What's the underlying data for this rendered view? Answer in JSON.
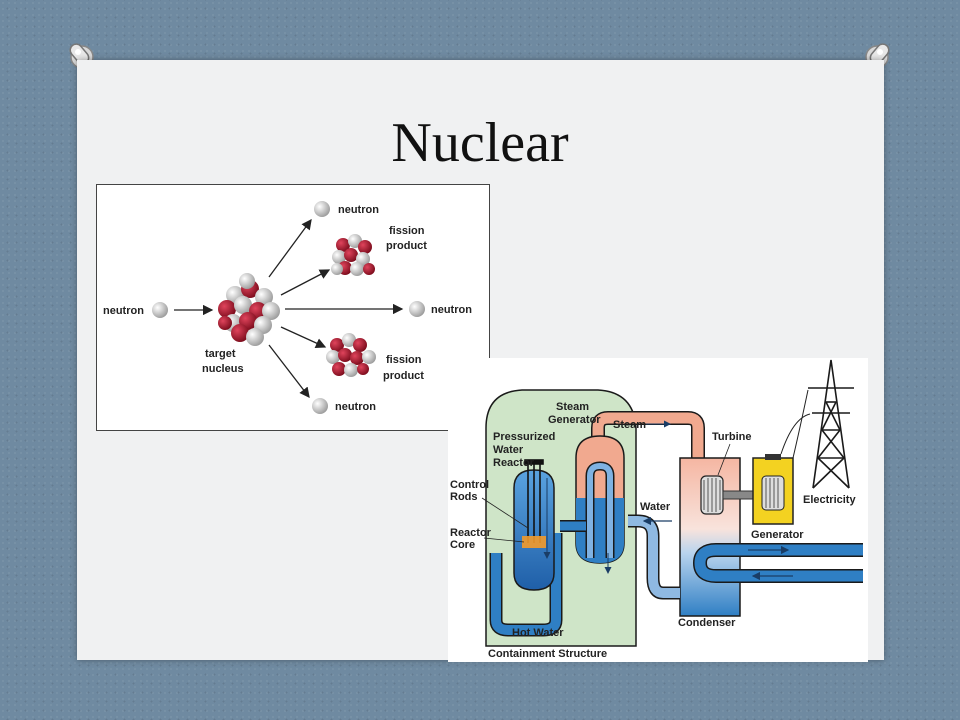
{
  "slide": {
    "title": "Nuclear"
  },
  "fission_diagram": {
    "incoming_neutron": "neutron",
    "target_nucleus": [
      "target",
      "nucleus"
    ],
    "top_neutron": "neutron",
    "top_fission_product": [
      "fission",
      "product"
    ],
    "middle_neutron": "neutron",
    "bottom_fission_product": [
      "fission",
      "product"
    ],
    "bottom_neutron": "neutron"
  },
  "reactor_diagram": {
    "steam_generator": [
      "Steam",
      "Generator"
    ],
    "pressurized_water_reactor": [
      "Pressurized",
      "Water",
      "Reactor"
    ],
    "control_rods": [
      "Control",
      "Rods"
    ],
    "reactor_core": [
      "Reactor",
      "Core"
    ],
    "steam": "Steam",
    "turbine": "Turbine",
    "water": "Water",
    "electricity": "Electricity",
    "generator": "Generator",
    "hot_water": "Hot Water",
    "condenser": "Condenser",
    "containment_structure": "Containment Structure"
  },
  "colors": {
    "nucleus_red": "#b3122a",
    "nucleus_white": "#dcdcdc",
    "water_blue": "#2f7fc4",
    "steam_pink": "#f1a98f",
    "containment_green": "#cfe5c8",
    "generator_yellow": "#f3d221"
  }
}
